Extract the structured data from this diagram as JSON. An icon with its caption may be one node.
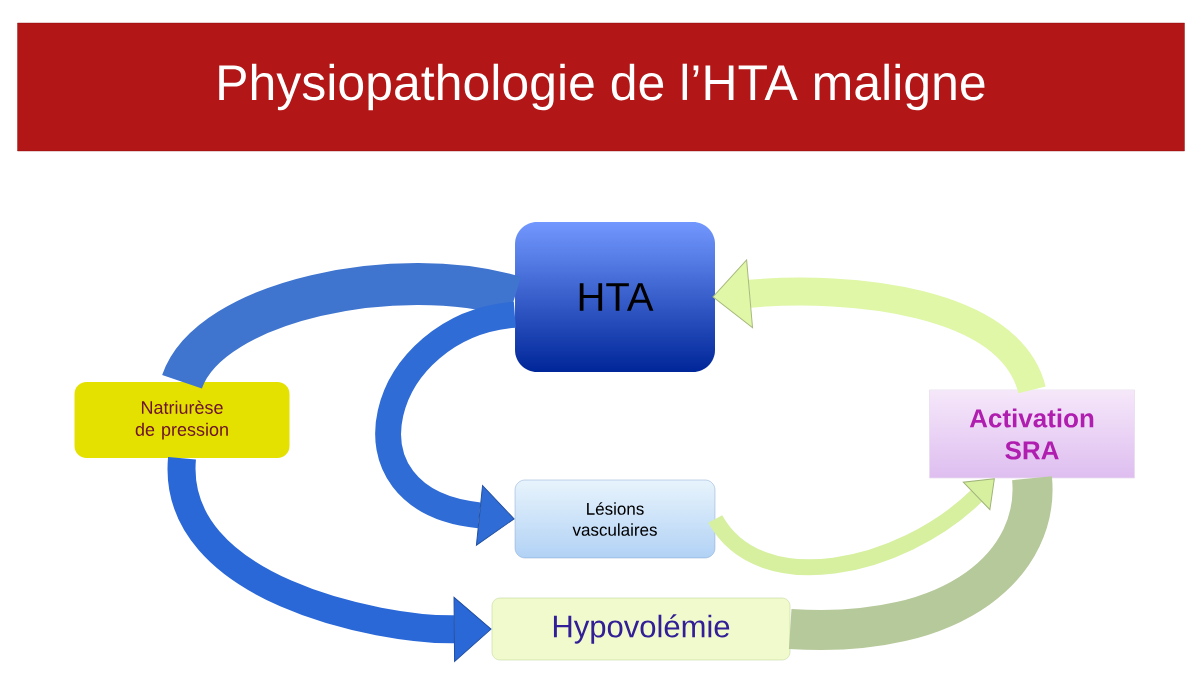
{
  "diagram": {
    "title": "Physiopathologie de l’HTA maligne",
    "nodes": [
      {
        "text": [
          "HTA"
        ]
      },
      {
        "text": [
          "Natriurèse de pression"
        ]
      },
      {
        "text": [
          "Lésions vasculaires"
        ]
      },
      {
        "text": [
          "Hypovolémie"
        ]
      },
      {
        "text": [
          "Activation SRA"
        ]
      }
    ],
    "edges": [
      {
        "from": 0,
        "to": 1,
        "arrow": "none",
        "color": "#3f74cf"
      },
      {
        "from": 1,
        "to": 3,
        "arrow": "to",
        "color": "#2a68d8"
      },
      {
        "from": 0,
        "to": 2,
        "arrow": "to",
        "color": "#2f6cd6"
      },
      {
        "from": 2,
        "to": 4,
        "arrow": "to",
        "color": "#d6f0a0"
      },
      {
        "from": 3,
        "to": 4,
        "arrow": "none",
        "color": "#b6c99a"
      },
      {
        "from": 4,
        "to": 0,
        "arrow": "to",
        "color": "#dff7a6"
      }
    ]
  }
}
